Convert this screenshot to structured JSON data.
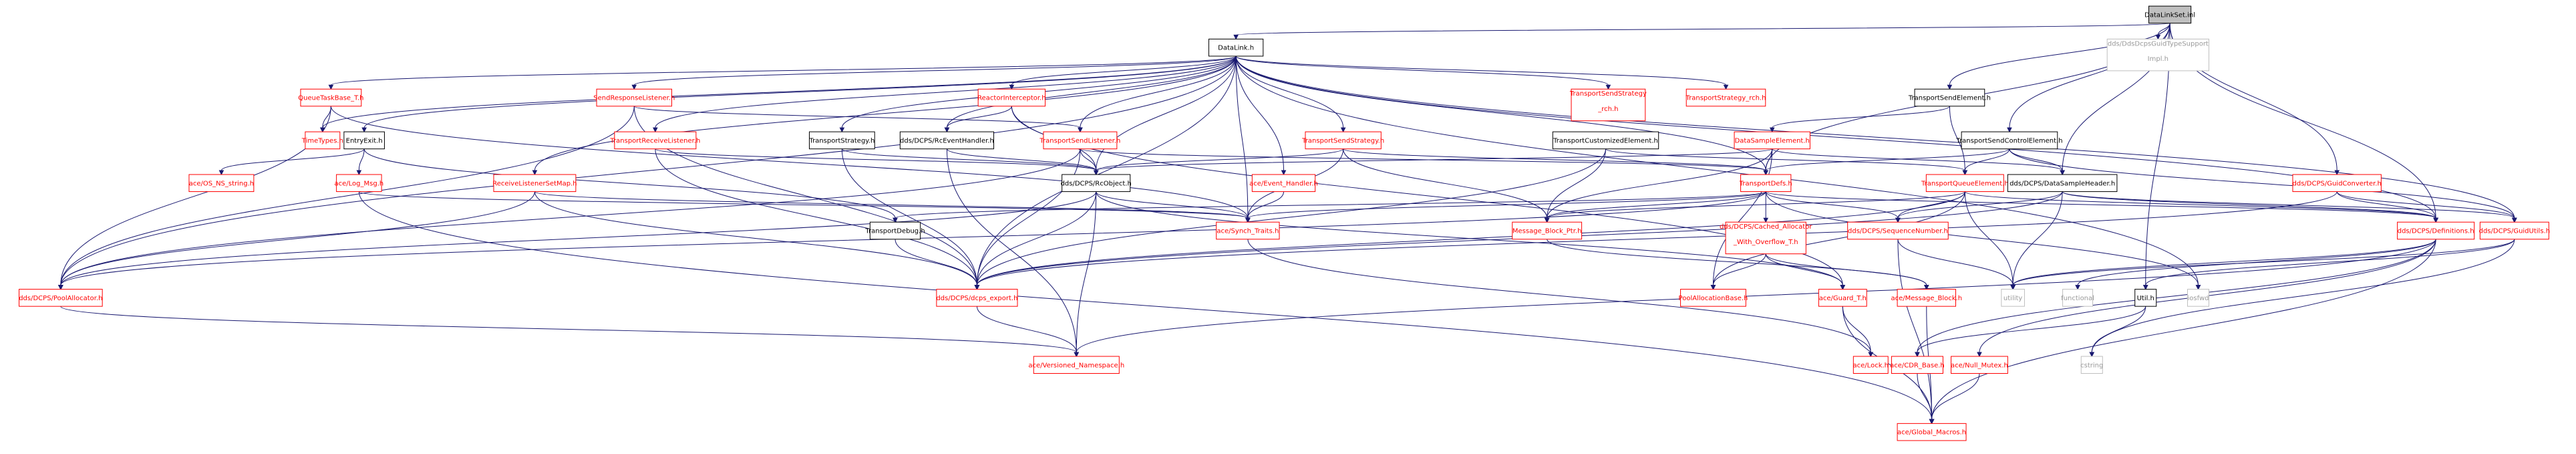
{
  "colors": {
    "edge": "#191970",
    "missing": "#ff0000",
    "external": "#bfbfbf",
    "root_fill": "#bfbfbf"
  },
  "nodes": {
    "root": {
      "label": "DataLinkSet.inl",
      "kind": "root"
    },
    "datalink": {
      "label": "DataLink.h",
      "kind": "normal"
    },
    "ddsguidsupport_l1": {
      "label": "dds/DdsDcpsGuidTypeSupport",
      "kind": "grey"
    },
    "ddsguidsupport_l2": {
      "label": "Impl.h",
      "kind": "grey"
    },
    "queuetask": {
      "label": "QueueTaskBase_T.h",
      "kind": "red"
    },
    "entryexit": {
      "label": "EntryExit.h",
      "kind": "normal"
    },
    "sendresponse": {
      "label": "SendResponseListener.h",
      "kind": "red"
    },
    "reactorinterceptor": {
      "label": "ReactorInterceptor.h",
      "kind": "red"
    },
    "transportsendstrategy_rch_l1": {
      "label": "TransportSendStrategy",
      "kind": "red"
    },
    "transportsendstrategy_rch_l2": {
      "label": "_rch.h",
      "kind": "red"
    },
    "transportstrategy_rch": {
      "label": "TransportStrategy_rch.h",
      "kind": "red"
    },
    "transportsendelement": {
      "label": "TransportSendElement.h",
      "kind": "normal"
    },
    "timetypes": {
      "label": "TimeTypes.h",
      "kind": "red"
    },
    "transportreceivelistener": {
      "label": "TransportReceiveListener.h",
      "kind": "red"
    },
    "transportstrategy": {
      "label": "TransportStrategy.h",
      "kind": "normal"
    },
    "rceventhandler": {
      "label": "dds/DCPS/RcEventHandler.h",
      "kind": "normal"
    },
    "transportsendlistener": {
      "label": "TransportSendListener.h",
      "kind": "red"
    },
    "transportsendstrategy": {
      "label": "TransportSendStrategy.h",
      "kind": "red"
    },
    "transportcustomizedelement": {
      "label": "TransportCustomizedElement.h",
      "kind": "normal"
    },
    "datasampleelement": {
      "label": "DataSampleElement.h",
      "kind": "red"
    },
    "transportsendcontrolelement": {
      "label": "TransportSendControlElement.h",
      "kind": "normal"
    },
    "os_ns_string": {
      "label": "ace/OS_NS_string.h",
      "kind": "red"
    },
    "log_msg": {
      "label": "ace/Log_Msg.h",
      "kind": "red"
    },
    "receivelistenersetmap": {
      "label": "ReceiveListenerSetMap.h",
      "kind": "red"
    },
    "rcobject": {
      "label": "dds/DCPS/RcObject.h",
      "kind": "normal"
    },
    "event_handler": {
      "label": "ace/Event_Handler.h",
      "kind": "red"
    },
    "transportdefs": {
      "label": "TransportDefs.h",
      "kind": "red"
    },
    "transportqueueelement": {
      "label": "TransportQueueElement.h",
      "kind": "red"
    },
    "datasampleheader": {
      "label": "dds/DCPS/DataSampleHeader.h",
      "kind": "normal"
    },
    "guidconverter": {
      "label": "dds/DCPS/GuidConverter.h",
      "kind": "red"
    },
    "transportdebug": {
      "label": "TransportDebug.h",
      "kind": "normal"
    },
    "synch_traits": {
      "label": "ace/Synch_Traits.h",
      "kind": "red"
    },
    "message_block_ptr": {
      "label": "Message_Block_Ptr.h",
      "kind": "red"
    },
    "cached_allocator_l1": {
      "label": "dds/DCPS/Cached_Allocator",
      "kind": "red"
    },
    "cached_allocator_l2": {
      "label": "_With_Overflow_T.h",
      "kind": "red"
    },
    "sequencenumber": {
      "label": "dds/DCPS/SequenceNumber.h",
      "kind": "red"
    },
    "definitions": {
      "label": "dds/DCPS/Definitions.h",
      "kind": "red"
    },
    "guidutils": {
      "label": "dds/DCPS/GuidUtils.h",
      "kind": "red"
    },
    "poolallocator": {
      "label": "dds/DCPS/PoolAllocator.h",
      "kind": "red"
    },
    "dcps_export": {
      "label": "dds/DCPS/dcps_export.h",
      "kind": "red"
    },
    "poolallocationbase": {
      "label": "PoolAllocationBase.h",
      "kind": "red"
    },
    "guard_t": {
      "label": "ace/Guard_T.h",
      "kind": "red"
    },
    "message_block": {
      "label": "ace/Message_Block.h",
      "kind": "red"
    },
    "utility": {
      "label": "utility",
      "kind": "grey"
    },
    "functional": {
      "label": "functional",
      "kind": "grey"
    },
    "util": {
      "label": "Util.h",
      "kind": "normal"
    },
    "iosfwd": {
      "label": "iosfwd",
      "kind": "grey"
    },
    "versioned_namespace": {
      "label": "ace/Versioned_Namespace.h",
      "kind": "red"
    },
    "lock": {
      "label": "ace/Lock.h",
      "kind": "red"
    },
    "cdr_base": {
      "label": "ace/CDR_Base.h",
      "kind": "red"
    },
    "null_mutex": {
      "label": "ace/Null_Mutex.h",
      "kind": "red"
    },
    "cstring": {
      "label": "cstring",
      "kind": "grey"
    },
    "global_macros": {
      "label": "ace/Global_Macros.h",
      "kind": "red"
    }
  }
}
